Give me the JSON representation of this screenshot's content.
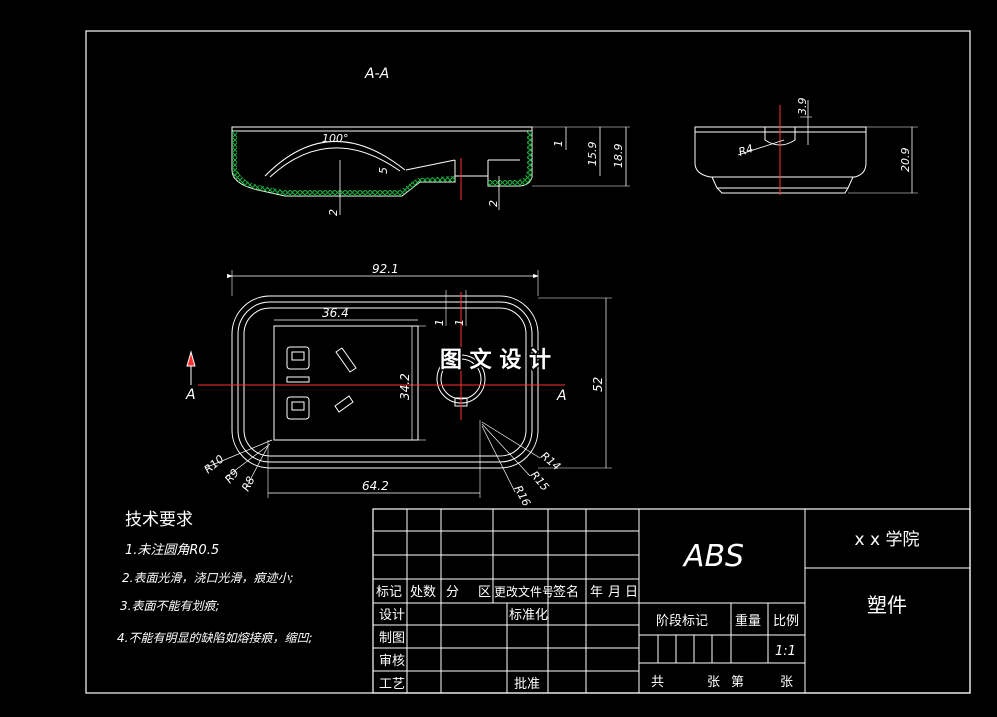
{
  "drawing": {
    "section_label": "A-A",
    "watermark": "图 文 设 计",
    "colors": {
      "background": "#000000",
      "outline": "#ffffff",
      "centerline": "#ff3030",
      "section_hatch": "#20b040",
      "dimension": "#ffffff"
    }
  },
  "dimensions": {
    "angle_100": "100°",
    "sec_thickness_1": "1",
    "sec_height_15_9": "15.9",
    "sec_height_18_9": "18.9",
    "sec_depth_5": "5",
    "sec_wall_2a": "2",
    "sec_wall_2b": "2",
    "side_height_3_9": "3.9",
    "side_radius_r4": "R4",
    "side_height_20_9": "20.9",
    "plan_length_92_1": "92.1",
    "plan_width_36_4": "36.4",
    "plan_height_34_2": "34.2",
    "plan_height_52": "52",
    "plan_length_64_2": "64.2",
    "plan_1a": "1",
    "plan_1b": "1",
    "r10": "R10",
    "r9": "R9",
    "r8": "R8",
    "r14": "R14",
    "r15": "R15",
    "r16": "R16",
    "section_mark_left": "A",
    "section_mark_right": "A"
  },
  "notes": {
    "title": "技术要求",
    "items": [
      "1.未注圆角R0.5",
      "2.表面光滑，浇口光滑，痕迹小;",
      "3.表面不能有划痕;",
      "4.不能有明显的缺陷如熔接痕，缩凹;"
    ]
  },
  "title_block": {
    "material": "ABS",
    "school": "x x 学院",
    "part_name": "塑件",
    "rev_headers": [
      "标记",
      "处数",
      "分",
      "区",
      "更改文件号",
      "签名",
      "年",
      "月",
      "日"
    ],
    "design": "设计",
    "standardize": "标准化",
    "drafting": "制图",
    "review": "审核",
    "process": "工艺",
    "approve": "批准",
    "stage_mark": "阶段标记",
    "weight": "重量",
    "scale": "比例",
    "scale_value": "1:1",
    "total": "共",
    "sheets_a": "张",
    "sheet_no": "第",
    "sheets_b": "张"
  }
}
